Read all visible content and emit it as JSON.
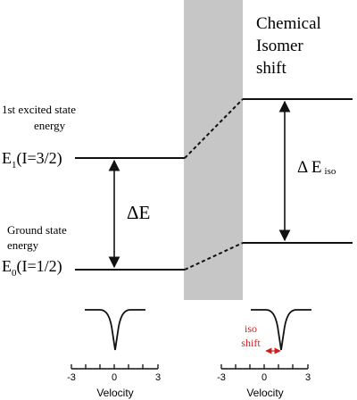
{
  "title_line1": "Chemical",
  "title_line2": "Isomer",
  "title_line3": "shift",
  "excited": {
    "caption_line1": "1st excited state",
    "caption_line2": "energy",
    "level_main": "E",
    "level_sub": "1",
    "level_spin": "(I=3/2)"
  },
  "ground": {
    "caption_line1": "Ground state",
    "caption_line2": "energy",
    "level_main": "E",
    "level_sub": "0",
    "level_spin": "(I=1/2)"
  },
  "delta_left": "ΔE",
  "delta_right_main": "Δ E",
  "delta_right_sub": "iso",
  "spectrum_left": {
    "axis_label": "Velocity",
    "ticks": [
      "-3",
      "0",
      "3"
    ]
  },
  "spectrum_right": {
    "axis_label": "Velocity",
    "ticks": [
      "-3",
      "0",
      "3"
    ],
    "annotation_line1": "iso",
    "annotation_line2": "shift"
  },
  "colors": {
    "band": "#c6c6c6",
    "line": "#111111",
    "annotation": "#cc1f1f"
  }
}
